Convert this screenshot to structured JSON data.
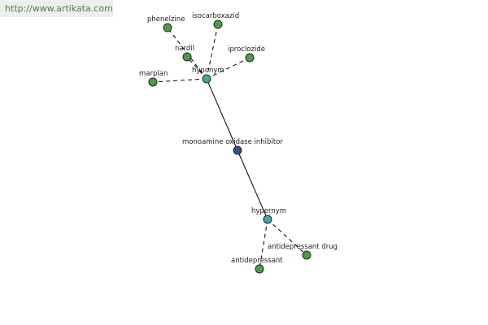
{
  "url": "http://www.artikata.com",
  "colors": {
    "center": "#3b4a96",
    "relation": "#4aa3a0",
    "leaf": "#4f9a4a"
  },
  "nodes": {
    "center": "monoamine oxidase inhibitor",
    "hyponym": "hyponym",
    "hypernym": "hypernym",
    "phenelzine": "phenelzine",
    "isocarboxazid": "isocarboxazid",
    "nardil": "nardil",
    "iproclozide": "iproclozide",
    "marplan": "marplan",
    "antidepressant_drug": "antidepressant drug",
    "antidepressant": "antidepressant"
  }
}
